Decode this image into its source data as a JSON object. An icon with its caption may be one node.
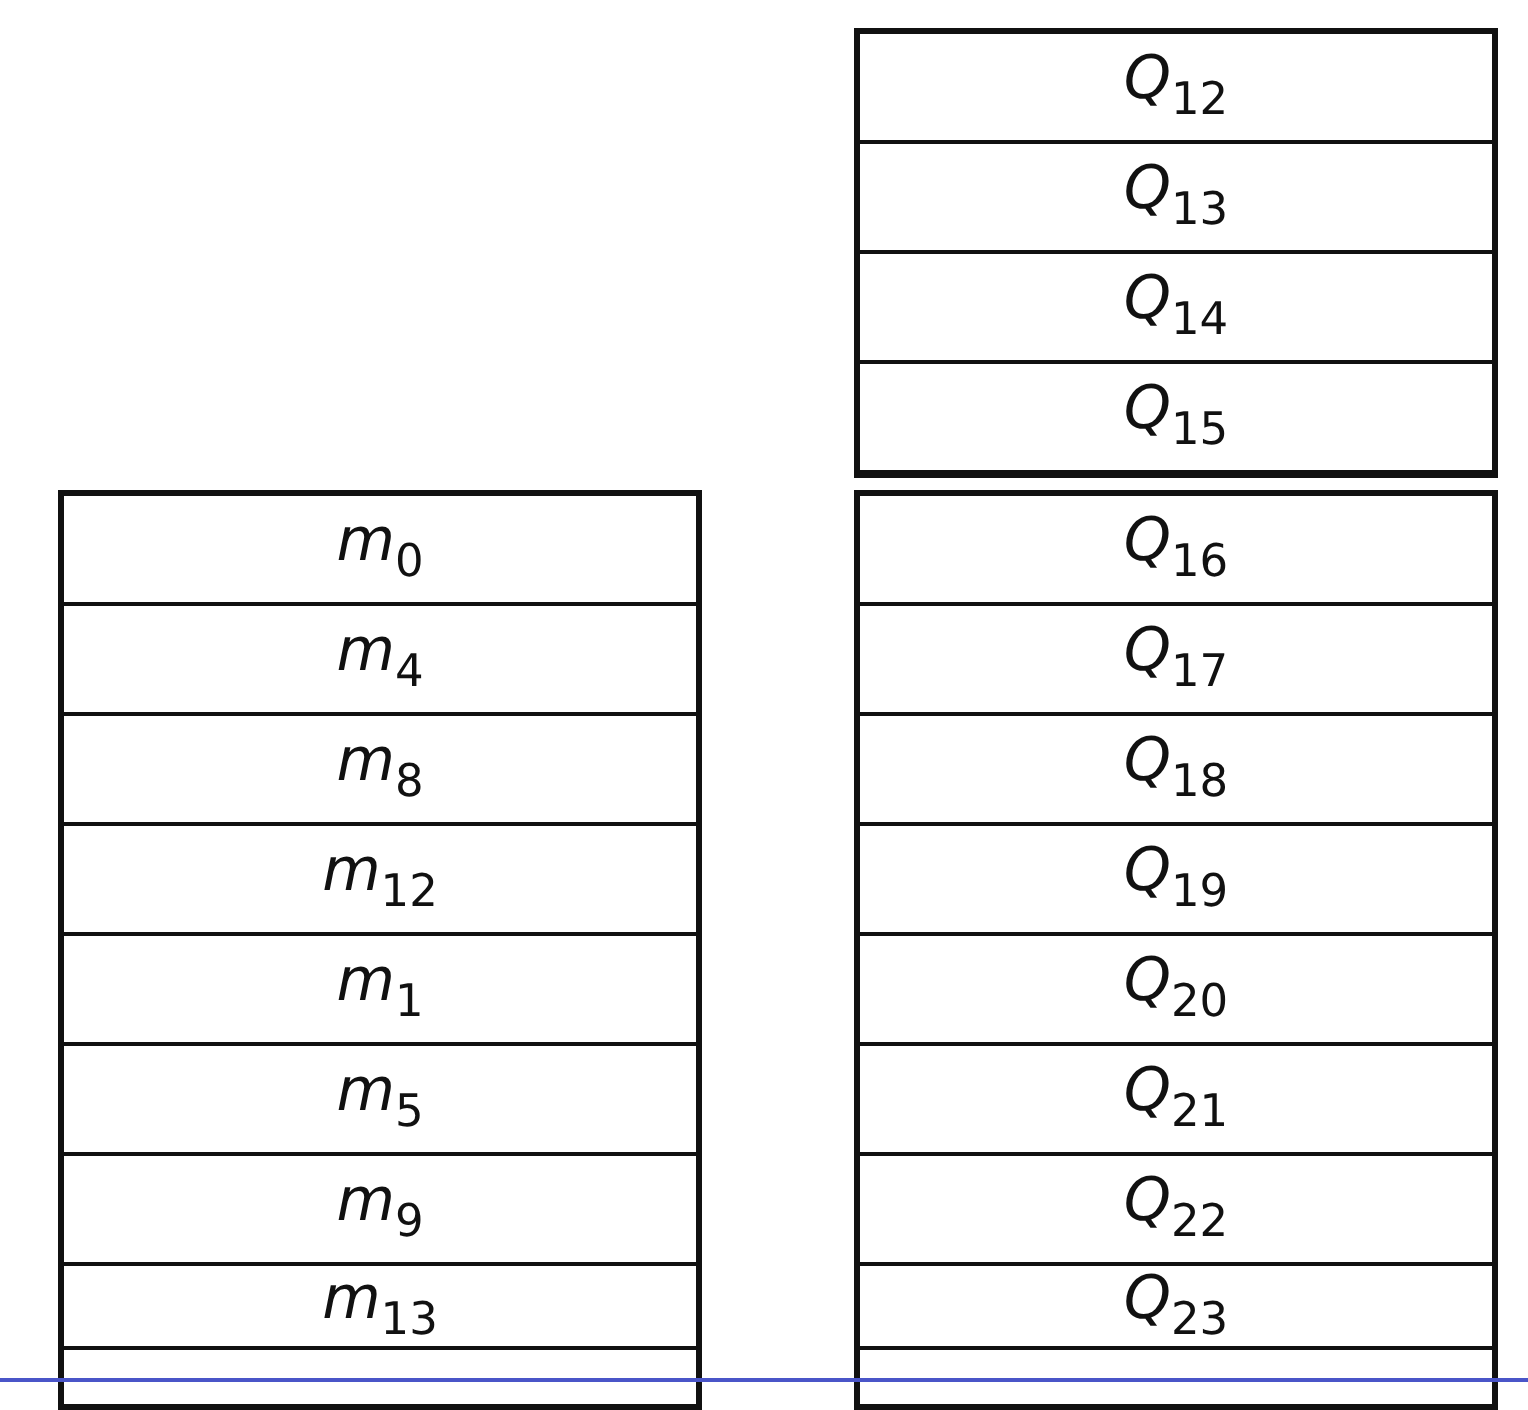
{
  "diagram": {
    "nodes": [
      {
        "text": [
          "*Q*$_{12}$"
        ]
      },
      {
        "text": [
          "*Q*$_{13}$"
        ]
      },
      {
        "text": [
          "*Q*$_{14}$"
        ]
      },
      {
        "text": [
          "*Q*$_{15}$"
        ]
      },
      {
        "text": [
          "*m*$_{0}$"
        ]
      },
      {
        "text": [
          "*m*$_{4}$"
        ]
      },
      {
        "text": [
          "*m*$_{8}$"
        ]
      },
      {
        "text": [
          "*m*$_{12}$"
        ]
      },
      {
        "text": [
          "*m*$_{1}$"
        ]
      },
      {
        "text": [
          "*m*$_{5}$"
        ]
      },
      {
        "text": [
          "*m*$_{9}$"
        ]
      },
      {
        "text": [
          "*m*$_{13}$"
        ]
      },
      {
        "text": [
          "*Q*$_{16}$"
        ]
      },
      {
        "text": [
          "*Q*$_{17}$"
        ]
      },
      {
        "text": [
          "*Q*$_{18}$"
        ]
      },
      {
        "text": [
          "*Q*$_{19}$"
        ]
      },
      {
        "text": [
          "*Q*$_{20}$"
        ]
      },
      {
        "text": [
          "*Q*$_{21}$"
        ]
      },
      {
        "text": [
          "*Q*$_{22}$"
        ]
      },
      {
        "text": [
          "*Q*$_{23}$"
        ]
      }
    ]
  }
}
